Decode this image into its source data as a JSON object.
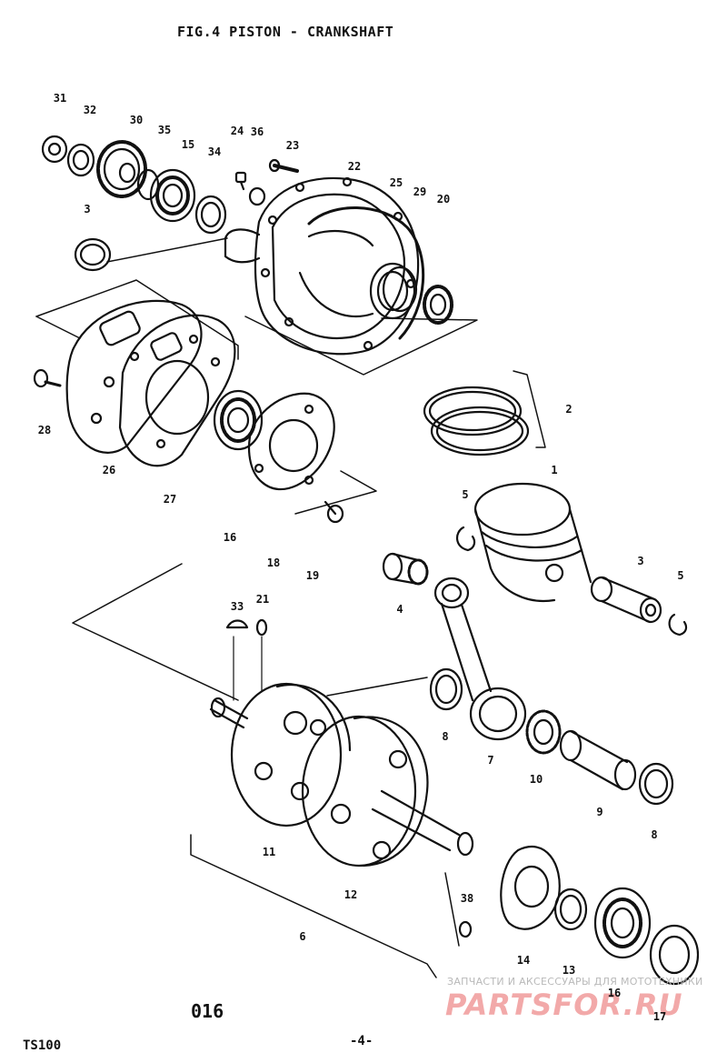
{
  "title": "FIG.4  PISTON - CRANKSHAFT",
  "diagram_code": "016",
  "model": "TS100",
  "page_number": "-4-",
  "watermark": {
    "subtitle": "ЗАПЧАСТИ И АКСЕССУАРЫ ДЛЯ МОТОТЕХНИКИ",
    "logo": "PARTSFOR.RU"
  },
  "part_labels": [
    "31",
    "32",
    "30",
    "35",
    "15",
    "34",
    "24",
    "36",
    "23",
    "22",
    "25",
    "29",
    "20",
    "3",
    "26",
    "27",
    "28",
    "16",
    "18",
    "19",
    "2",
    "5",
    "1",
    "4",
    "3",
    "5",
    "33",
    "21",
    "8",
    "7",
    "10",
    "9",
    "8",
    "11",
    "12",
    "6",
    "38",
    "14",
    "13",
    "16",
    "17"
  ]
}
